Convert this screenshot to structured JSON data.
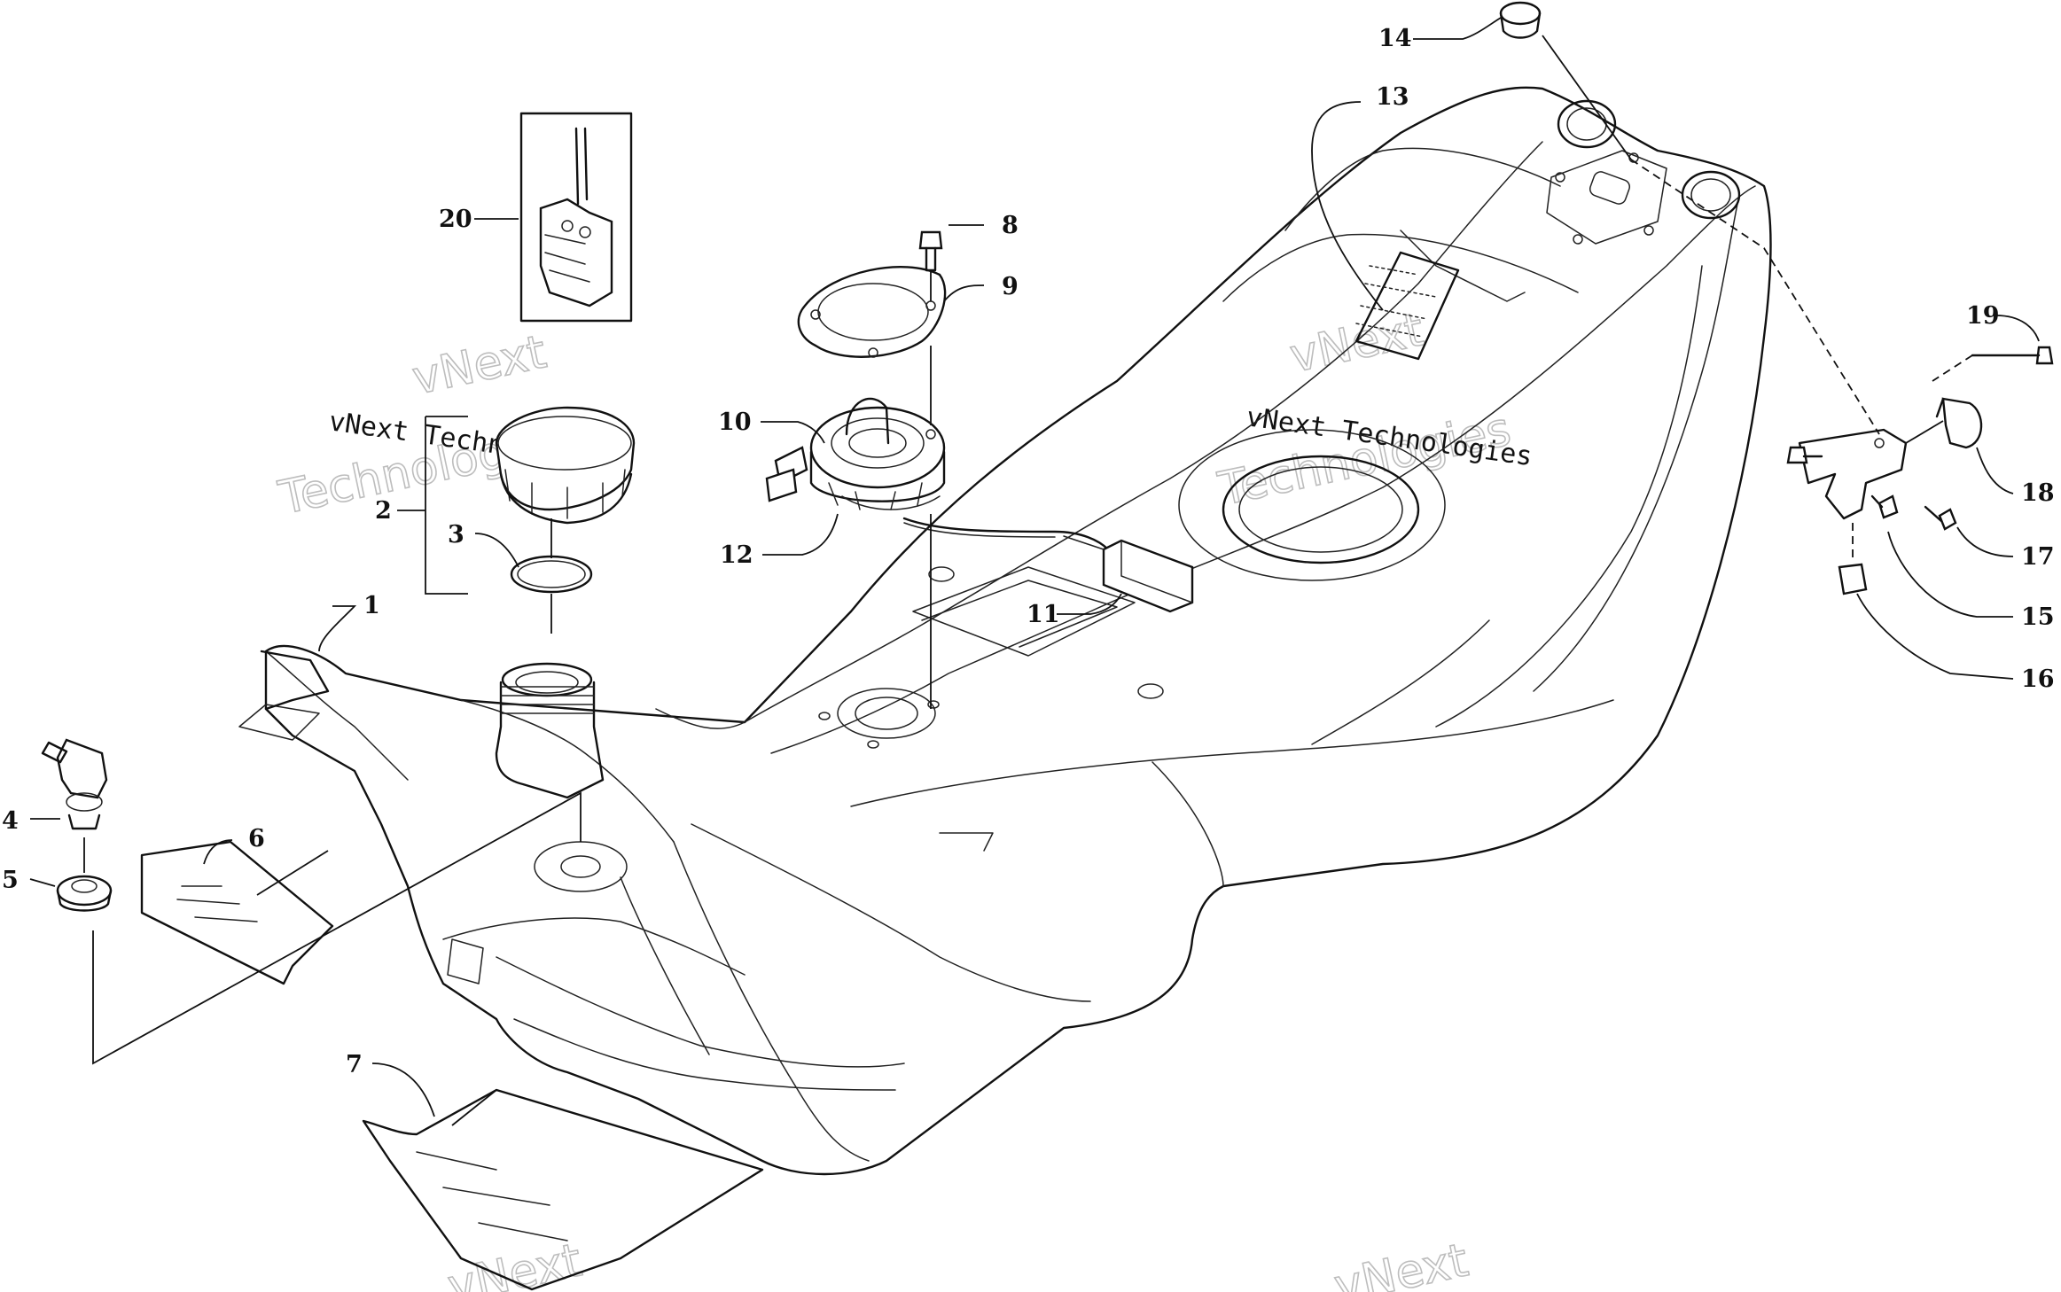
{
  "labels": {
    "l1": "1",
    "l2": "2",
    "l3": "3",
    "l4": "4",
    "l5": "5",
    "l6": "6",
    "l7": "7",
    "l8": "8",
    "l9": "9",
    "l10": "10",
    "l11": "11",
    "l12": "12",
    "l13": "13",
    "l14": "14",
    "l15": "15",
    "l16": "16",
    "l17": "17",
    "l18": "18",
    "l19": "19",
    "l20": "20"
  },
  "watermark": {
    "company_line": "vNext Technologies",
    "brand_word": "vNext",
    "brand_sub": "Technologies"
  }
}
